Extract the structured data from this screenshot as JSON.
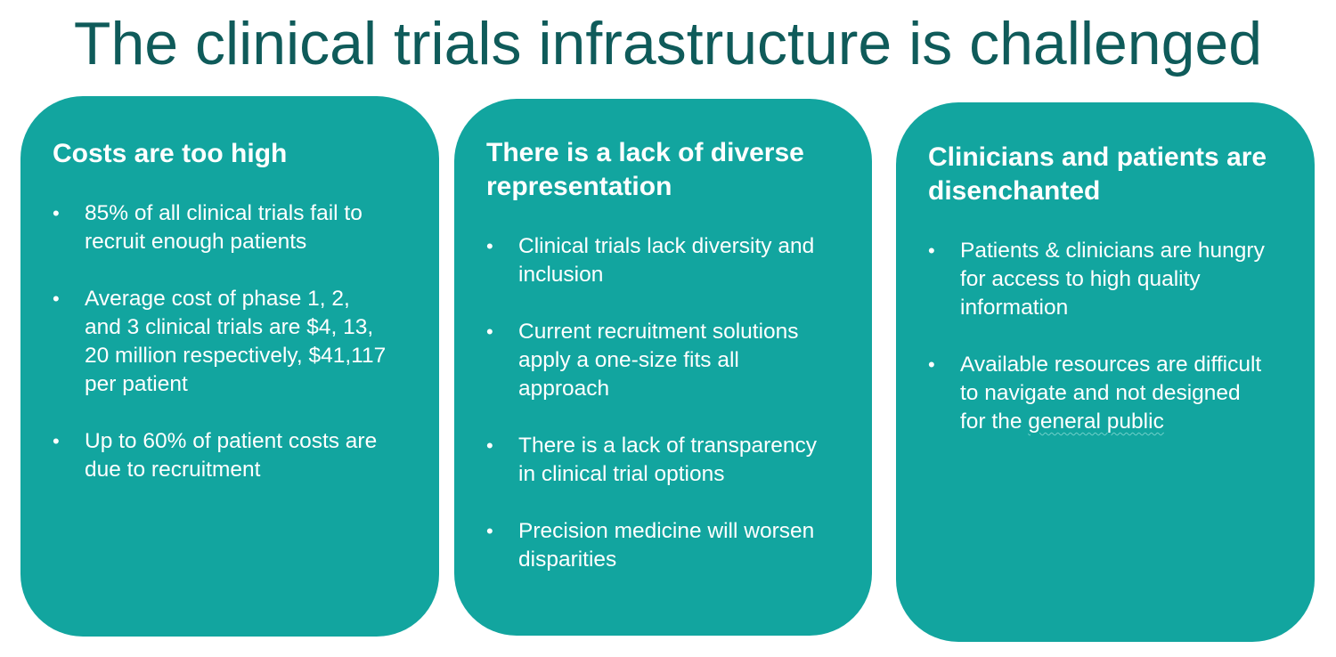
{
  "title": "The clinical trials infrastructure is challenged",
  "cards": [
    {
      "heading": "Costs are too high",
      "bullets": [
        "85% of all clinical trials fail to recruit enough patients",
        "Average cost of phase 1, 2, and 3 clinical trials are $4, 13, 20 million respectively, $41,117 per patient",
        "Up to 60% of patient costs are due to recruitment"
      ]
    },
    {
      "heading": "There is a lack of diverse representation",
      "bullets": [
        "Clinical trials lack diversity and inclusion",
        "Current recruitment solutions apply a one-size fits all approach",
        "There is a lack of transparency in clinical trial options",
        "Precision medicine will worsen disparities"
      ]
    },
    {
      "heading": "Clinicians and patients are disenchanted",
      "bullets": [
        "Patients & clinicians are hungry for access to high quality information",
        "Available resources are difficult to navigate and not designed for the ",
        "general public"
      ]
    }
  ],
  "bullet_glyph": "•",
  "colors": {
    "title": "#0f5b5a",
    "card_background": "#12a59f",
    "card_text": "#ffffff"
  }
}
